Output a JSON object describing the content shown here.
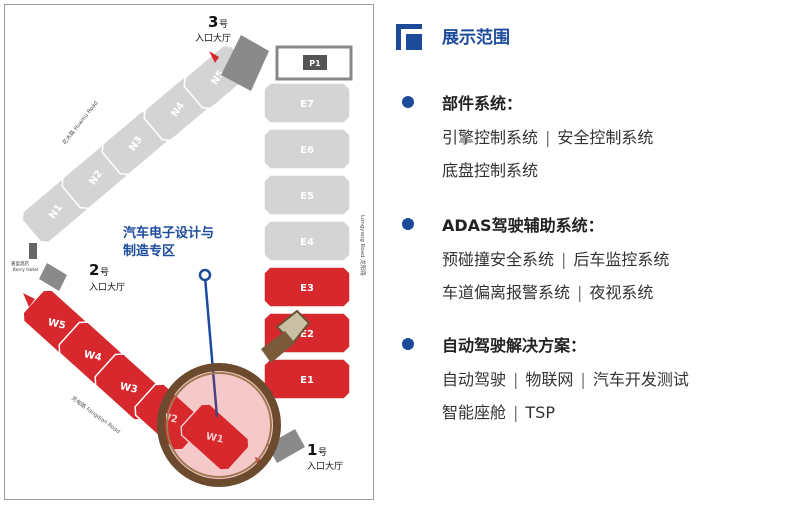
{
  "map": {
    "zone_title": [
      "汽车电子设计与",
      "制造专区"
    ],
    "halls_north": [
      "N1",
      "N2",
      "N3",
      "N4",
      "N5"
    ],
    "halls_east": [
      "E7",
      "E6",
      "E5",
      "E4",
      "E3",
      "E2",
      "E1"
    ],
    "halls_west": [
      "W5",
      "W4",
      "W3",
      "W2",
      "W1"
    ],
    "parking": "P1",
    "entrances": [
      {
        "num": "3",
        "suffix": "号",
        "label": "入口大厅"
      },
      {
        "num": "2",
        "suffix": "号",
        "label": "入口大厅"
      },
      {
        "num": "1",
        "suffix": "号",
        "label": "入口大厅"
      }
    ],
    "hotel": {
      "name_cn": "嘉里酒店",
      "name_en": "Kerry Hotel"
    },
    "roads": {
      "huamu": "花木路  Huamu Road",
      "longyang": "Longyang Road  龙阳路",
      "fangdian": "芳甸路  Fangdian Road"
    },
    "colors": {
      "highlight": "#d7282d",
      "default": "#d4d4d4",
      "accent": "#1c4b9c"
    }
  },
  "info": {
    "section_title": "展示范围",
    "categories": [
      {
        "title": "部件系统：",
        "lines": [
          [
            "引擎控制系统",
            "安全控制系统"
          ],
          [
            "底盘控制系统"
          ]
        ]
      },
      {
        "title": "ADAS驾驶辅助系统：",
        "lines": [
          [
            "预碰撞安全系统",
            "后车监控系统"
          ],
          [
            "车道偏离报警系统",
            "夜视系统"
          ]
        ]
      },
      {
        "title": "自动驾驶解决方案：",
        "lines": [
          [
            "自动驾驶",
            "物联网",
            "汽车开发测试"
          ],
          [
            "智能座舱",
            "TSP"
          ]
        ]
      }
    ],
    "separator": "|"
  }
}
